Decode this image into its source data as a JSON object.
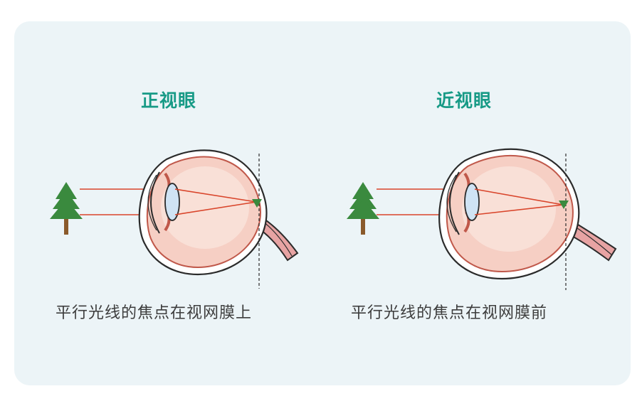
{
  "panels": [
    {
      "id": "normal",
      "title": "正视眼",
      "caption": "平行光线的焦点在视网膜上",
      "focus": "on-retina"
    },
    {
      "id": "myopia",
      "title": "近视眼",
      "caption": "平行光线的焦点在视网膜前",
      "focus": "before-retina"
    }
  ],
  "colors": {
    "title": "#179a86",
    "caption": "#3d3d3d",
    "background": "#ecf4f7",
    "eyeball_fill": "#f6cfc4",
    "sclera_stroke": "#2b2b2b",
    "light_ray": "#d9452b",
    "tree": "#3a8a3e",
    "trunk": "#8a5a2b",
    "lens": "#cfe3f4",
    "nerve": "#e7a3a3"
  }
}
